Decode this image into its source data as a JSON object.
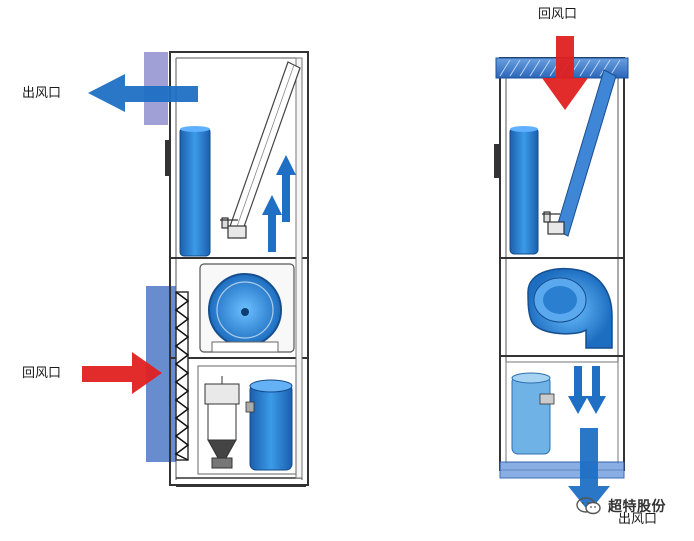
{
  "labels": {
    "left_outlet": "出风口",
    "left_return": "回风口",
    "right_return": "回风口",
    "right_outlet": "出风口"
  },
  "watermark": {
    "text": "超特股份",
    "icon": "wechat-icon"
  },
  "colors": {
    "cool_air": "#1f6fc4",
    "warm_air": "#e02020",
    "frame": "#333333",
    "component_blue": "#2a7fd0",
    "panel_light": "#9aa8d6"
  }
}
